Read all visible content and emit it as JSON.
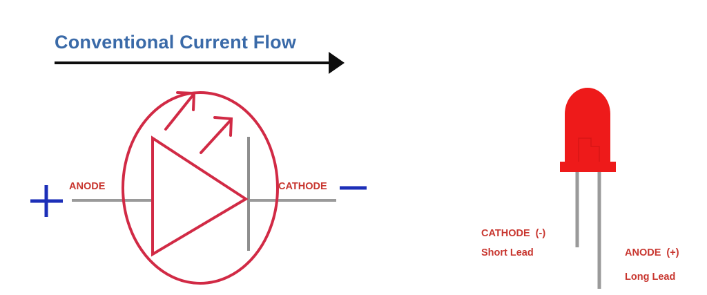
{
  "title": "Conventional Current Flow",
  "symbol": {
    "anode_label": "ANODE",
    "cathode_label": "CATHODE",
    "plus_sign": "+",
    "minus_sign": "−"
  },
  "led": {
    "cathode_label": "CATHODE  (-)",
    "short_lead_label": "Short Lead",
    "anode_label": "ANODE  (+)",
    "long_lead_label": "Long Lead"
  },
  "colors": {
    "title": "#3a6aa8",
    "symbol_red": "#d12a45",
    "label_red": "#c8362f",
    "polarity_blue": "#1c2fb8",
    "lead_gray": "#9a9a9a",
    "arrow_black": "#0d0d0d",
    "led_body": "#ee1a1a"
  }
}
